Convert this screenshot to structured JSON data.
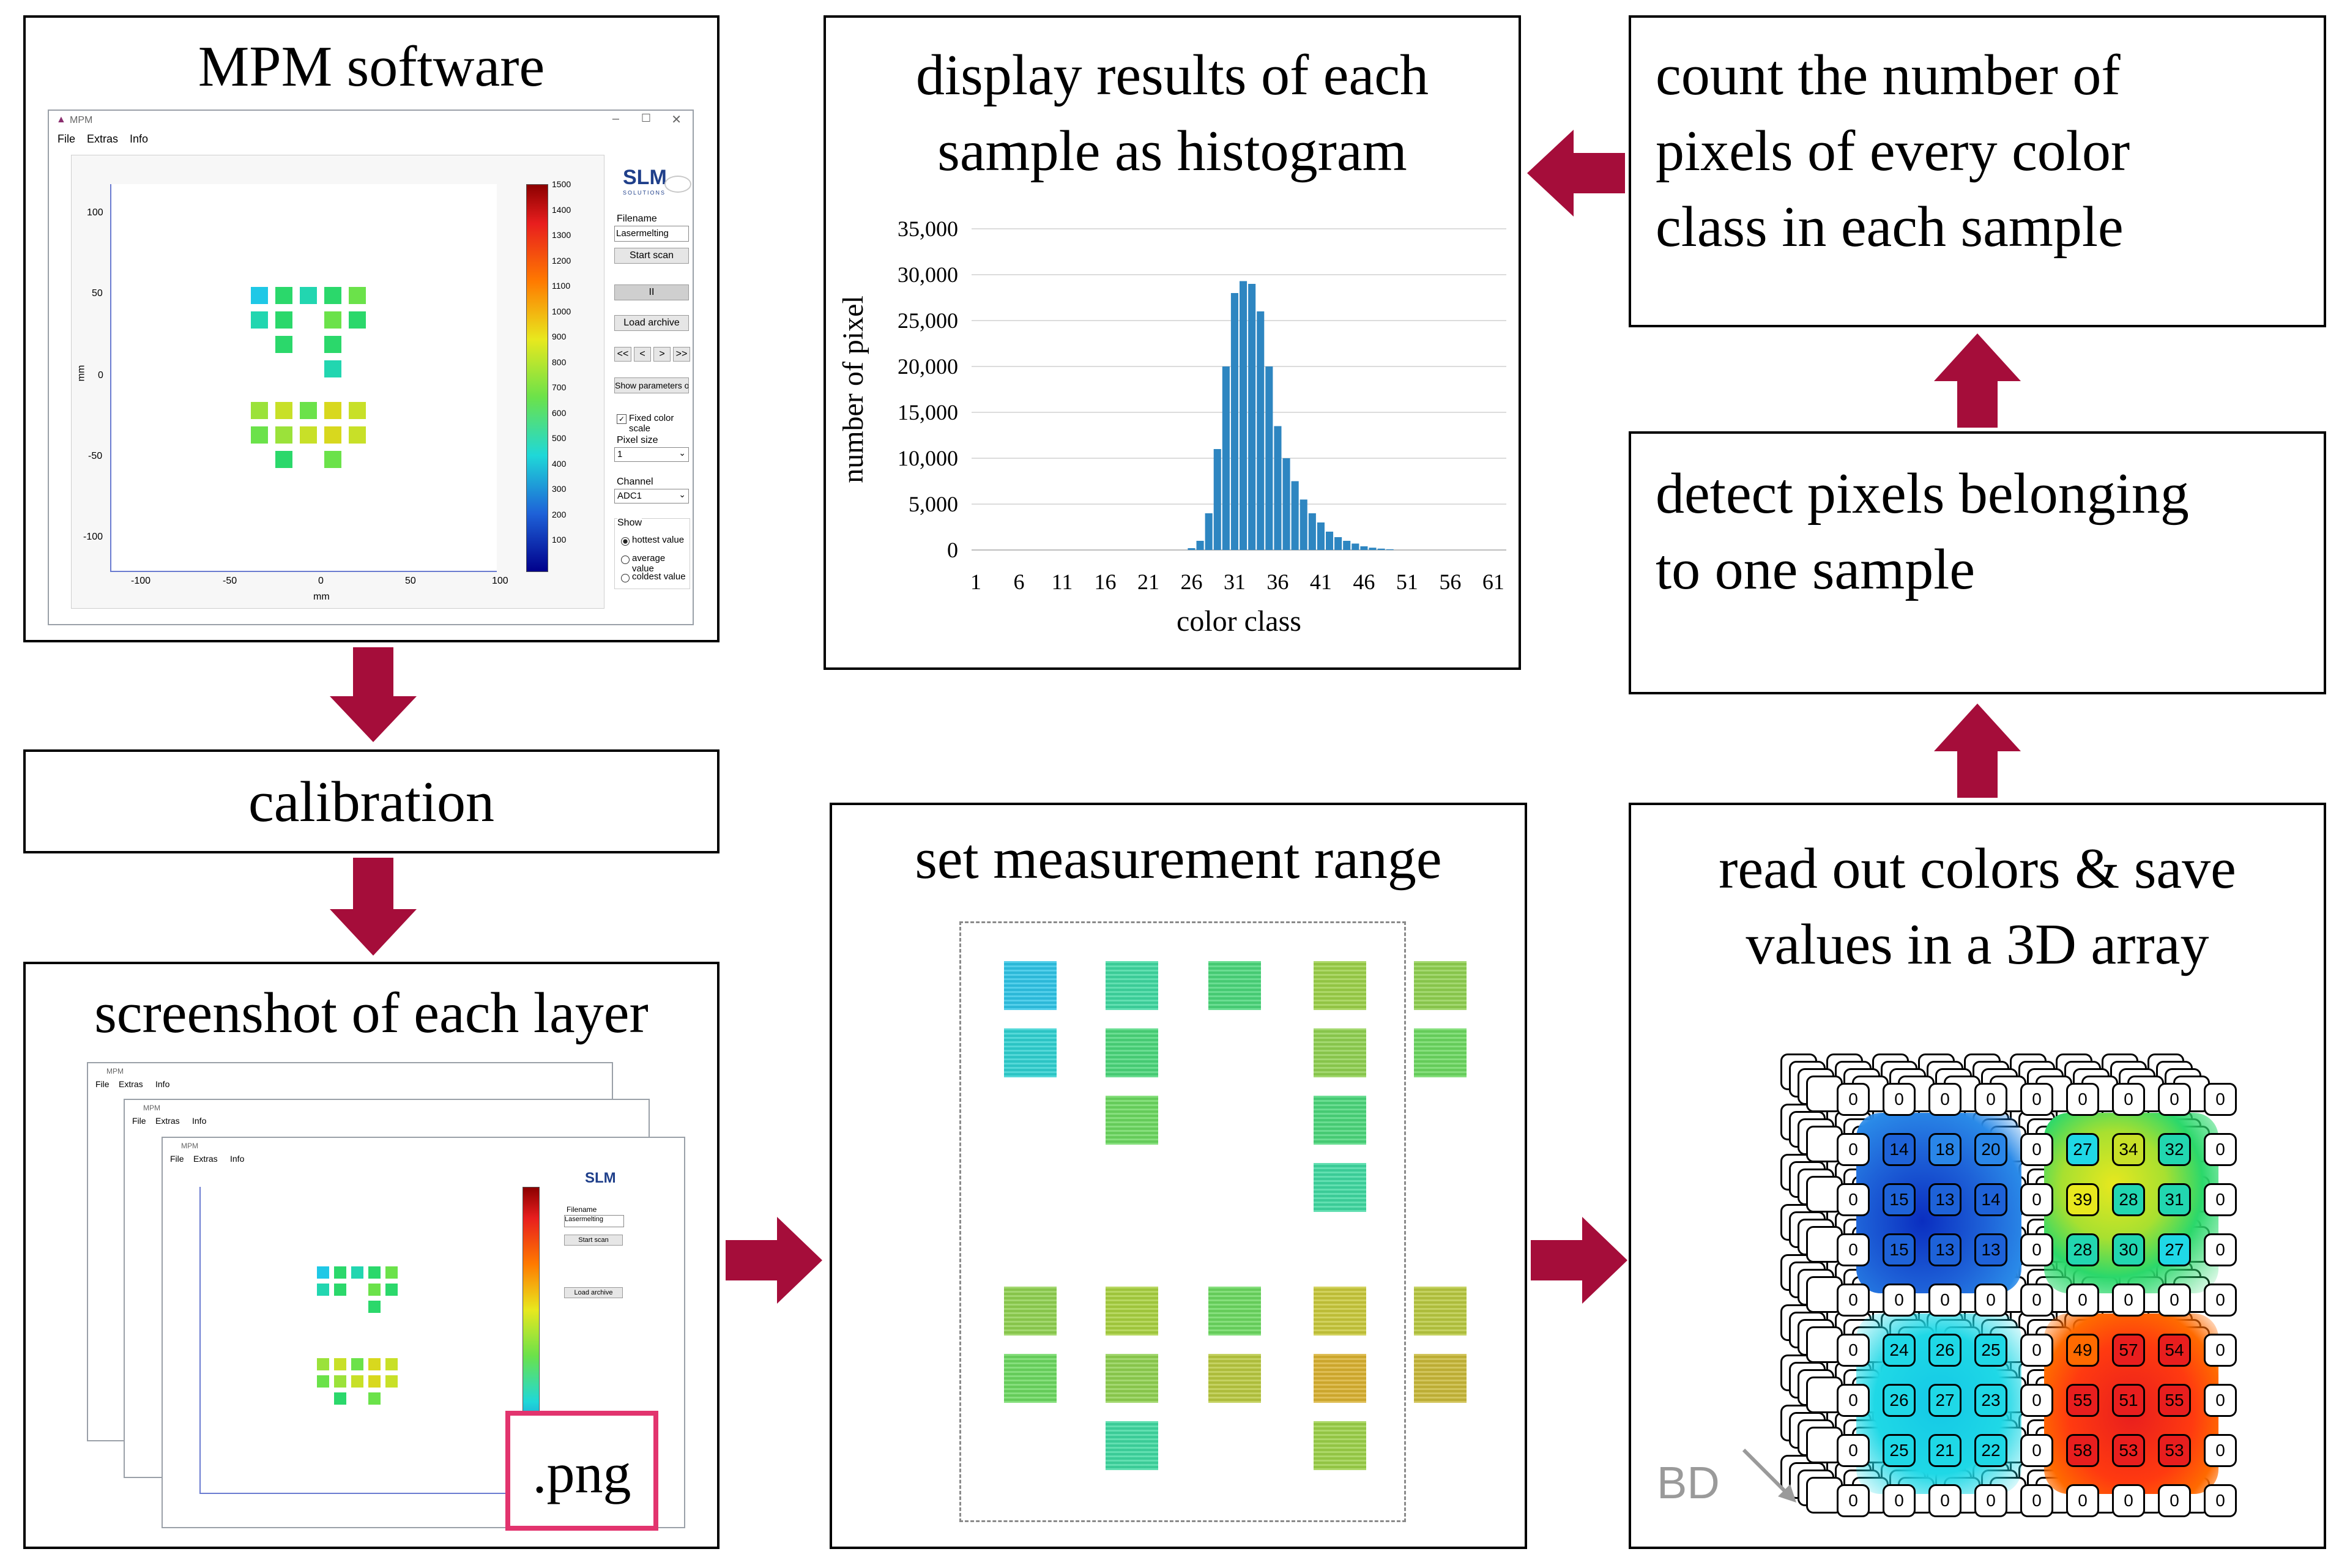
{
  "boxes": {
    "mpm": "MPM software",
    "calibration": "calibration",
    "screenshot": "screenshot of each layer",
    "png": ".png",
    "measurement": "set measurement range",
    "readout": [
      "read out colors & save",
      "values in a 3D array"
    ],
    "detect": [
      "detect pixels belonging",
      "to one sample"
    ],
    "count": [
      "count the number of",
      "pixels of every color",
      "class in each sample"
    ],
    "display": [
      "display results of each",
      "sample as histogram"
    ]
  },
  "mpm_window": {
    "title": "MPM",
    "menu": [
      "File",
      "Extras",
      "Info"
    ],
    "logo": "SLM",
    "logo_sub": "SOLUTIONS",
    "filename_label": "Filename",
    "filename_value": "Lasermelting",
    "start_scan": "Start scan",
    "pause": "II",
    "load_archive": "Load archive",
    "nav": [
      "<<",
      "<",
      ">",
      ">>"
    ],
    "show_params": "Show parameters of",
    "fixed_color": "Fixed color scale",
    "pixel_size_label": "Pixel size",
    "pixel_size_value": "1",
    "channel_label": "Channel",
    "channel_value": "ADC1",
    "show_label": "Show",
    "show_options": [
      "hottest value",
      "average value",
      "coldest value"
    ],
    "colorbar_ticks": [
      "1500",
      "1400",
      "1300",
      "1200",
      "1100",
      "1000",
      "900",
      "800",
      "700",
      "600",
      "500",
      "400",
      "300",
      "200",
      "100"
    ],
    "y_ticks": [
      "100",
      "50",
      "0",
      "-50",
      "-100"
    ],
    "x_ticks": [
      "-100",
      "-50",
      "0",
      "50",
      "100"
    ],
    "axis_unit": "mm"
  },
  "chart_data": {
    "type": "bar",
    "xlabel": "color class",
    "ylabel": "number of pixel",
    "ylim": [
      0,
      35000
    ],
    "y_ticks": [
      "0",
      "5,000",
      "10,000",
      "15,000",
      "20,000",
      "25,000",
      "30,000",
      "35,000"
    ],
    "x_tick_labels": [
      "1",
      "6",
      "11",
      "16",
      "21",
      "26",
      "31",
      "36",
      "41",
      "46",
      "51",
      "56",
      "61"
    ],
    "categories": [
      1,
      2,
      3,
      4,
      5,
      6,
      7,
      8,
      9,
      10,
      11,
      12,
      13,
      14,
      15,
      16,
      17,
      18,
      19,
      20,
      21,
      22,
      23,
      24,
      25,
      26,
      27,
      28,
      29,
      30,
      31,
      32,
      33,
      34,
      35,
      36,
      37,
      38,
      39,
      40,
      41,
      42,
      43,
      44,
      45,
      46,
      47,
      48,
      49,
      50,
      51,
      52,
      53,
      54,
      55,
      56,
      57,
      58,
      59,
      60,
      61,
      62
    ],
    "values": [
      0,
      0,
      0,
      0,
      0,
      0,
      0,
      0,
      0,
      0,
      0,
      0,
      0,
      0,
      0,
      0,
      0,
      0,
      0,
      0,
      0,
      0,
      0,
      0,
      0,
      200,
      1000,
      4000,
      11000,
      20000,
      28000,
      29300,
      29000,
      26000,
      20000,
      13500,
      10000,
      7500,
      5500,
      4000,
      3000,
      2000,
      1400,
      1000,
      700,
      400,
      250,
      150,
      80,
      0,
      0,
      0,
      0,
      0,
      0,
      0,
      0,
      0,
      0,
      0,
      0,
      0
    ]
  },
  "grid": {
    "label": "BD",
    "left_block": [
      [
        "0",
        "0",
        "0",
        "0"
      ],
      [
        "0",
        "14",
        "18",
        "20"
      ],
      [
        "0",
        "15",
        "13",
        "14"
      ],
      [
        "0",
        "15",
        "13",
        "13"
      ],
      [
        "0",
        "0",
        "0",
        "0"
      ],
      [
        "0",
        "24",
        "26",
        "25"
      ],
      [
        "0",
        "26",
        "27",
        "23"
      ],
      [
        "0",
        "25",
        "21",
        "22"
      ],
      [
        "0",
        "0",
        "0",
        "0"
      ]
    ],
    "right_block": [
      [
        "0",
        "0",
        "0",
        "0",
        "0"
      ],
      [
        "0",
        "27",
        "34",
        "32",
        "0"
      ],
      [
        "0",
        "39",
        "28",
        "31",
        "0"
      ],
      [
        "0",
        "28",
        "30",
        "27",
        "0"
      ],
      [
        "0",
        "0",
        "0",
        "0",
        "0"
      ],
      [
        "0",
        "49",
        "57",
        "54",
        "0"
      ],
      [
        "0",
        "55",
        "51",
        "55",
        "0"
      ],
      [
        "0",
        "58",
        "53",
        "53",
        "0"
      ],
      [
        "0",
        "0",
        "0",
        "0",
        "0"
      ]
    ],
    "colors": {
      "blue": "#1e62d8",
      "dark_blue": "#0a2ec0",
      "cyan": "#1fd8e6",
      "teal": "#22d6b0",
      "green": "#2bd86b",
      "yellow": "#e8e81e",
      "orange": "#ff6a00",
      "red": "#e81e1e"
    }
  },
  "colors": {
    "arrow": "#a50d3a",
    "png_border": "#e2346e",
    "bar": "#2e86c1"
  }
}
